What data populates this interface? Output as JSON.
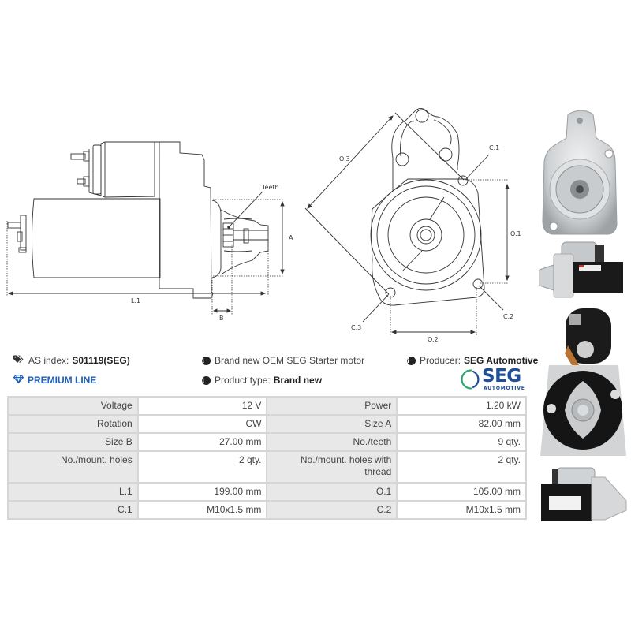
{
  "drawings": {
    "side_view": {
      "labels": {
        "teeth": "Teeth",
        "a": "A",
        "b": "B",
        "l1": "L.1"
      }
    },
    "front_view": {
      "labels": {
        "o1": "O.1",
        "o2": "O.2",
        "o3": "O.3",
        "c1": "C.1",
        "c2": "C.2",
        "c3": "C.3"
      }
    }
  },
  "product_photos": [
    {
      "name": "front-face-photo"
    },
    {
      "name": "side-view-photo-1"
    },
    {
      "name": "rear-face-photo"
    },
    {
      "name": "side-view-photo-2"
    }
  ],
  "info": {
    "as_index_label": "AS index:",
    "as_index_value": "S01119(SEG)",
    "premium_line": "PREMIUM LINE",
    "description": "Brand new OEM SEG Starter motor",
    "product_type_label": "Product type:",
    "product_type_value": "Brand new",
    "producer_label": "Producer:",
    "producer_value": "SEG Automotive",
    "logo_word": "SEG",
    "logo_sub": "AUTOMOTIVE"
  },
  "colors": {
    "premium_blue": "#1f5fb8",
    "seg_blue": "#1f4f9a",
    "seg_green": "#2aa872",
    "table_key_bg": "#e8e8e8",
    "table_border": "#d6d6d6"
  },
  "specs": {
    "rows": [
      [
        {
          "k": "Voltage",
          "v": "12 V"
        },
        {
          "k": "Power",
          "v": "1.20 kW"
        }
      ],
      [
        {
          "k": "Rotation",
          "v": "CW"
        },
        {
          "k": "Size A",
          "v": "82.00 mm"
        }
      ],
      [
        {
          "k": "Size B",
          "v": "27.00 mm"
        },
        {
          "k": "No./teeth",
          "v": "9 qty."
        }
      ],
      [
        {
          "k": "No./mount. holes",
          "v": "2 qty."
        },
        {
          "k": "No./mount. holes with thread",
          "v": "2 qty."
        }
      ],
      [
        {
          "k": "L.1",
          "v": "199.00 mm"
        },
        {
          "k": "O.1",
          "v": "105.00 mm"
        }
      ],
      [
        {
          "k": "C.1",
          "v": "M10x1.5 mm"
        },
        {
          "k": "C.2",
          "v": "M10x1.5 mm"
        }
      ]
    ]
  }
}
